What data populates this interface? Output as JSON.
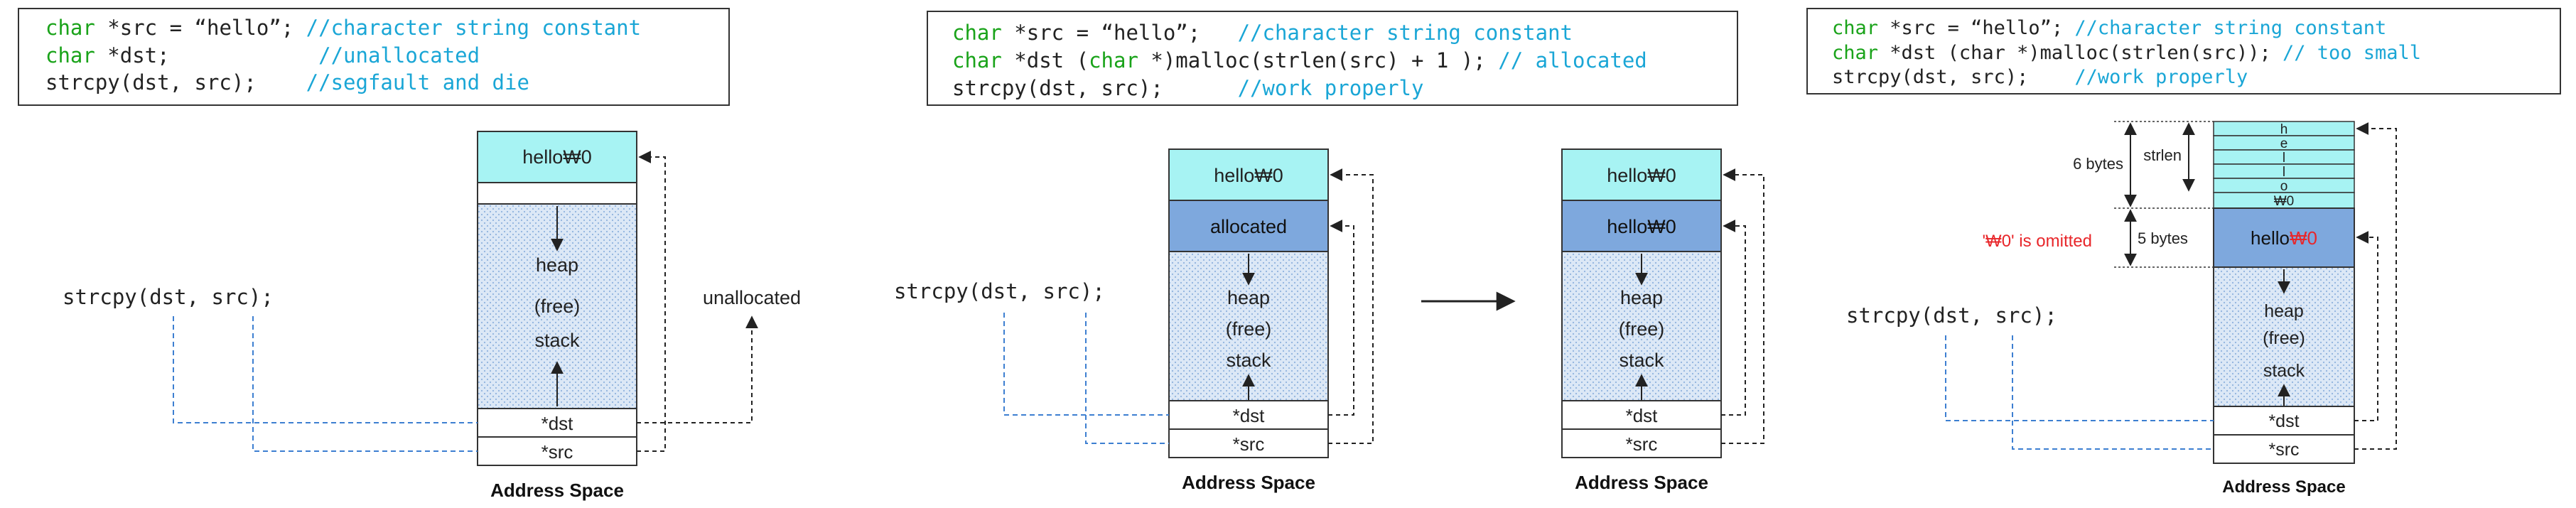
{
  "colors": {
    "keyword": "#1aa31a",
    "comment": "#1aa6d6",
    "text": "#222222",
    "heap_fill": "#dce8f6",
    "string_fill": "#a7f3f3",
    "allocated_fill": "#7ea8dd",
    "pointer_link": "#3d7fd1",
    "warning": "#e8262a"
  },
  "panels": [
    {
      "code": [
        {
          "kw": "char",
          "rest": " *src = “hello”; ",
          "comment": "//character string constant"
        },
        {
          "kw": "char",
          "rest": " *dst;            ",
          "comment": "//unallocated"
        },
        {
          "kw": "",
          "rest": "strcpy(dst, src);    ",
          "comment": "//segfault and die"
        }
      ],
      "call": "strcpy(dst, src);",
      "string_block": "hello₩0",
      "heap": "heap",
      "free": "(free)",
      "stack": "stack",
      "dst": "*dst",
      "src": "*src",
      "unallocated": "unallocated",
      "caption": "Address Space"
    },
    {
      "code": [
        {
          "kw": "char",
          "rest": " *src = “hello”;   ",
          "comment": "//character string constant"
        },
        {
          "kw": "char",
          "rest": " *dst (",
          "kw2": "char",
          "rest2": " *)malloc(strlen(src) + 1 ); ",
          "comment": "// allocated"
        },
        {
          "kw": "",
          "rest": "strcpy(dst, src);      ",
          "comment": "//work properly"
        }
      ],
      "call": "strcpy(dst, src);",
      "left": {
        "string_block": "hello₩0",
        "allocated": "allocated",
        "heap": "heap",
        "free": "(free)",
        "stack": "stack",
        "dst": "*dst",
        "src": "*src",
        "caption": "Address Space"
      },
      "right": {
        "string_block": "hello₩0",
        "copied_block": "hello₩0",
        "heap": "heap",
        "free": "(free)",
        "stack": "stack",
        "dst": "*dst",
        "src": "*src",
        "caption": "Address Space"
      }
    },
    {
      "code": [
        {
          "kw": "char",
          "rest": " *src = “hello”; ",
          "comment": "//character string constant"
        },
        {
          "kw": "char",
          "rest": " *dst (char *)malloc(strlen(src)); ",
          "comment": "// too small"
        },
        {
          "kw": "",
          "rest": "strcpy(dst, src);    ",
          "comment": "//work properly"
        }
      ],
      "call": "strcpy(dst, src);",
      "chars": [
        "h",
        "e",
        "l",
        "l",
        "o",
        "₩0"
      ],
      "bytes6": "6 bytes",
      "strlen": "strlen",
      "bytes5": "5 bytes",
      "omitted": "'₩0' is omitted",
      "copied_main": "hello",
      "copied_null": "₩0",
      "heap": "heap",
      "free": "(free)",
      "stack": "stack",
      "dst": "*dst",
      "src": "*src",
      "caption": "Address Space"
    }
  ]
}
